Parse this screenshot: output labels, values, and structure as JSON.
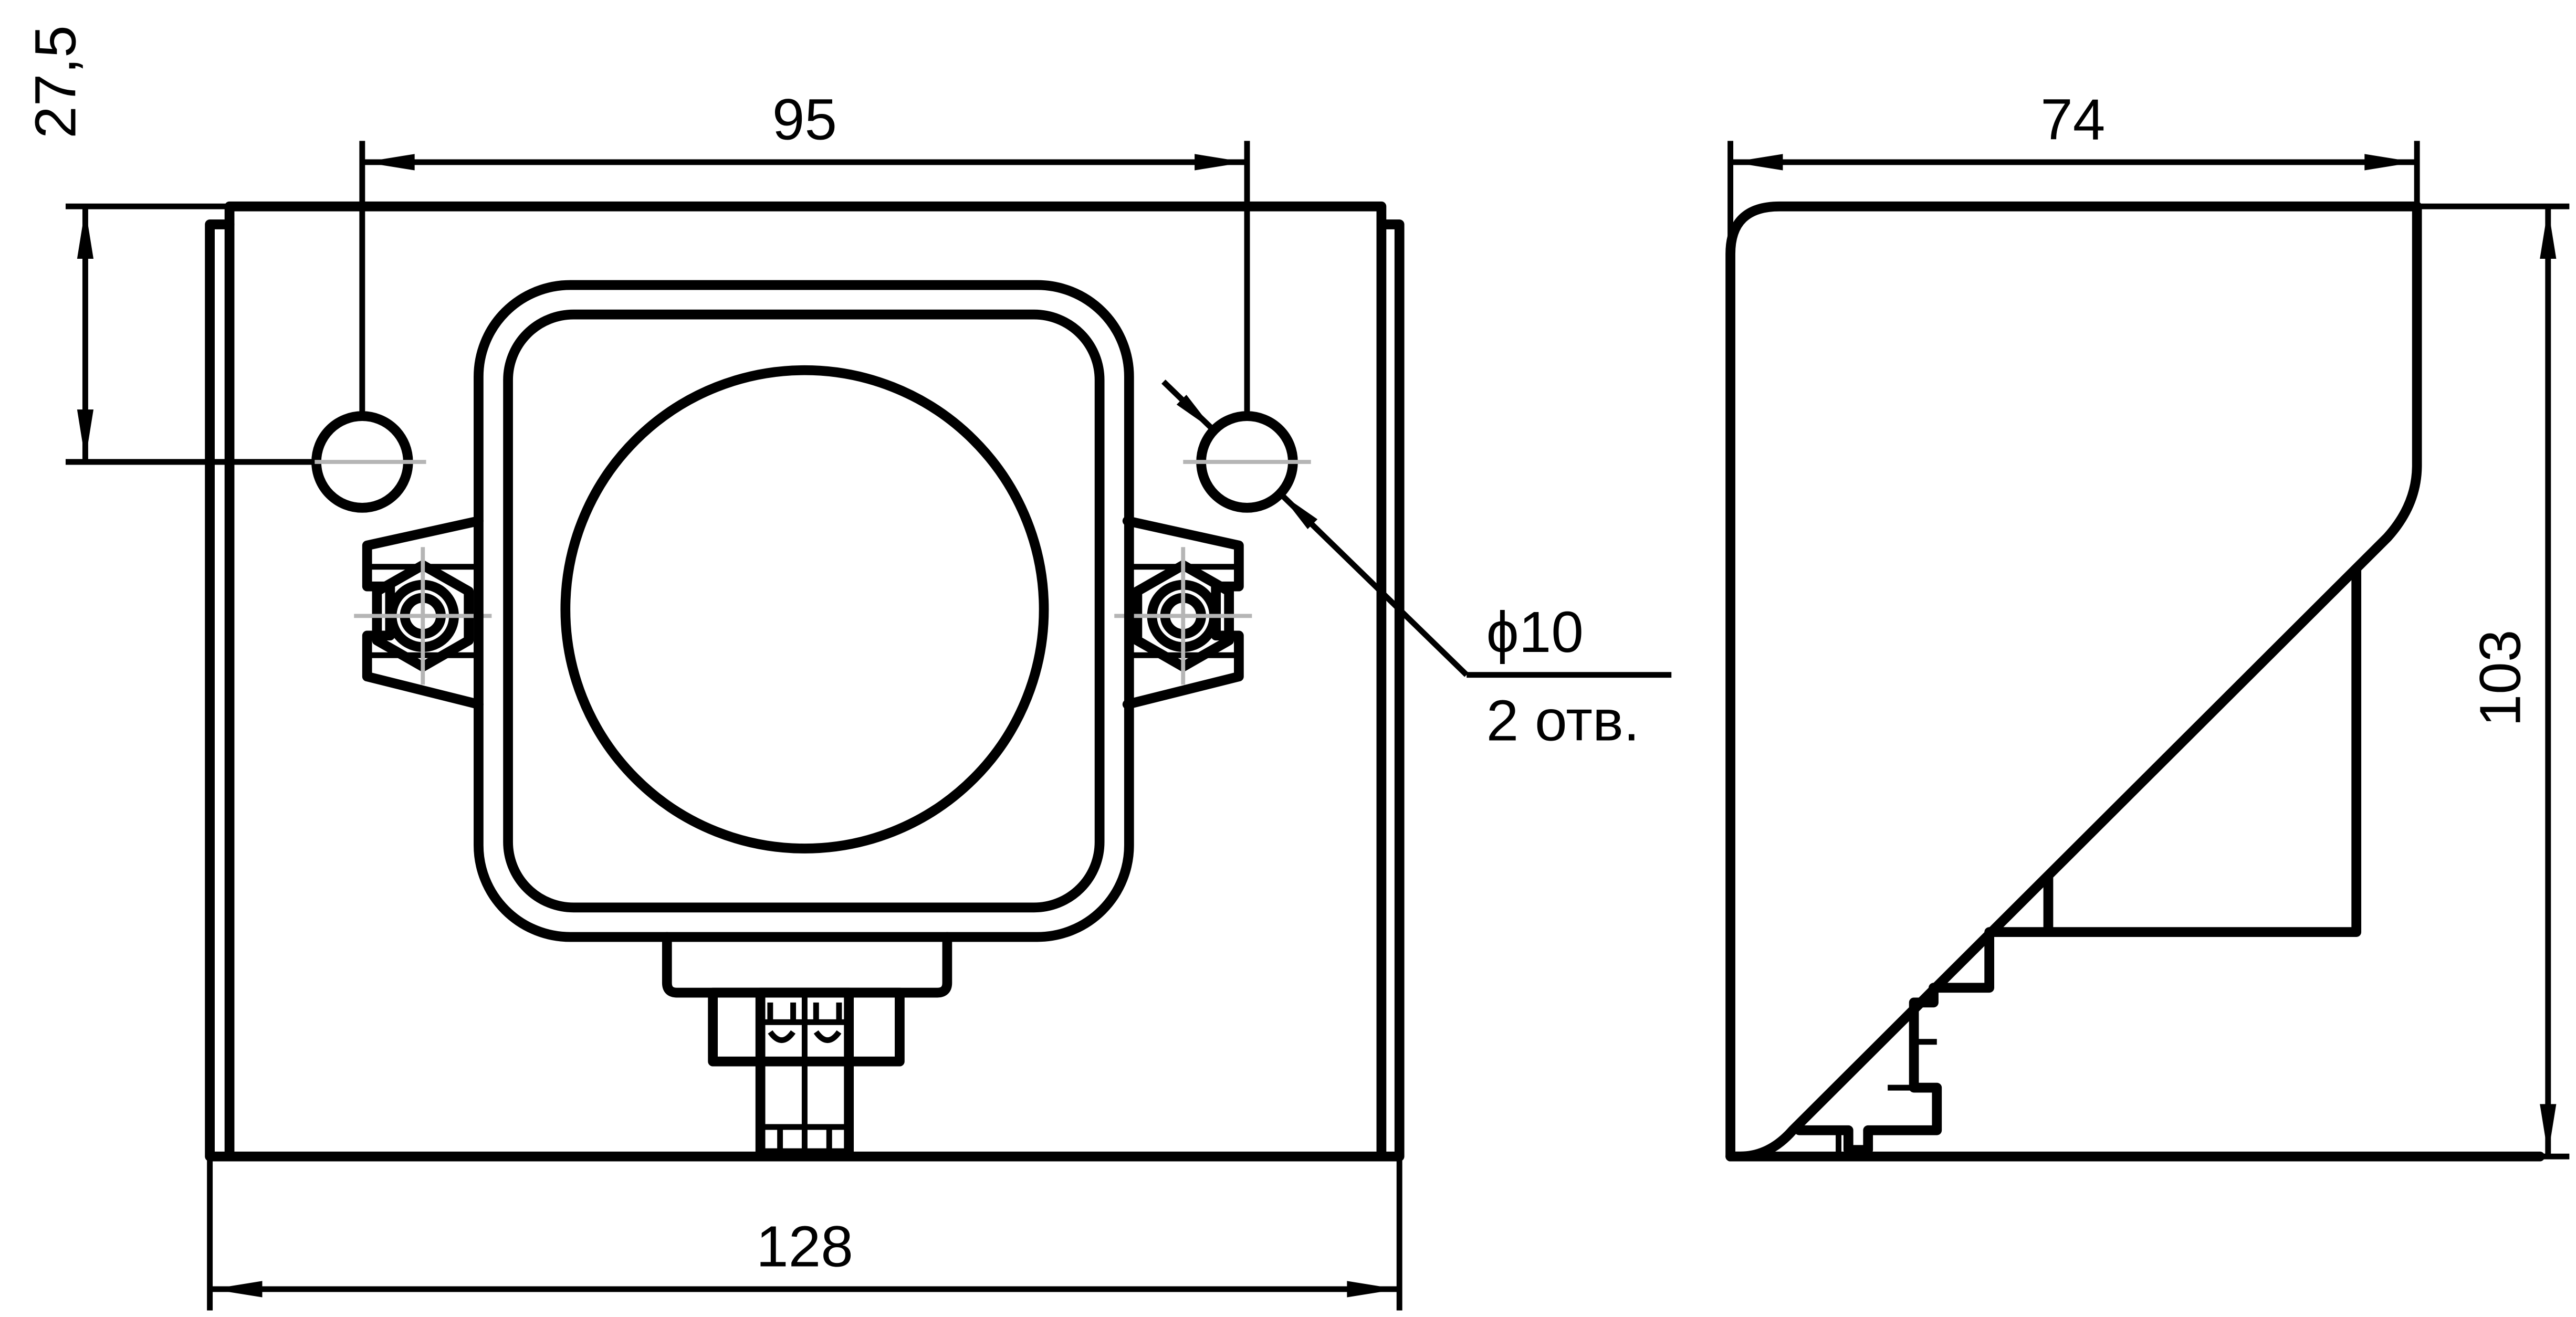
{
  "drawing": {
    "colors": {
      "line": "#000000",
      "background": "#ffffff",
      "centerline": "#b5b5b5"
    },
    "front_view": {
      "dimensions": {
        "top_offset": "27,5",
        "hole_spacing": "95",
        "overall_width": "128"
      },
      "hole_callout": {
        "diameter": "ϕ10",
        "count": "2 отв."
      }
    },
    "side_view": {
      "dimensions": {
        "depth": "74",
        "height": "103"
      }
    }
  }
}
